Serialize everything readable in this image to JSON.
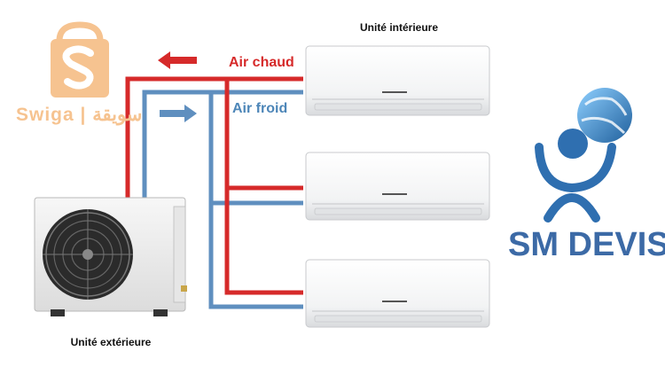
{
  "labels": {
    "indoor_unit": "Unité intérieure",
    "outdoor_unit": "Unité extérieure",
    "hot_air": "Air chaud",
    "cold_air": "Air froid"
  },
  "brands": {
    "swiga": "Swiga | سويقة",
    "sm_devis": "SM DEVIS"
  },
  "colors": {
    "hot_pipe": "#d62a2a",
    "cold_pipe": "#4d86b8",
    "swiga_orange": "#f6c390",
    "sm_devis_blue": "#3c6aa6"
  },
  "indoor_unit_count": 3
}
